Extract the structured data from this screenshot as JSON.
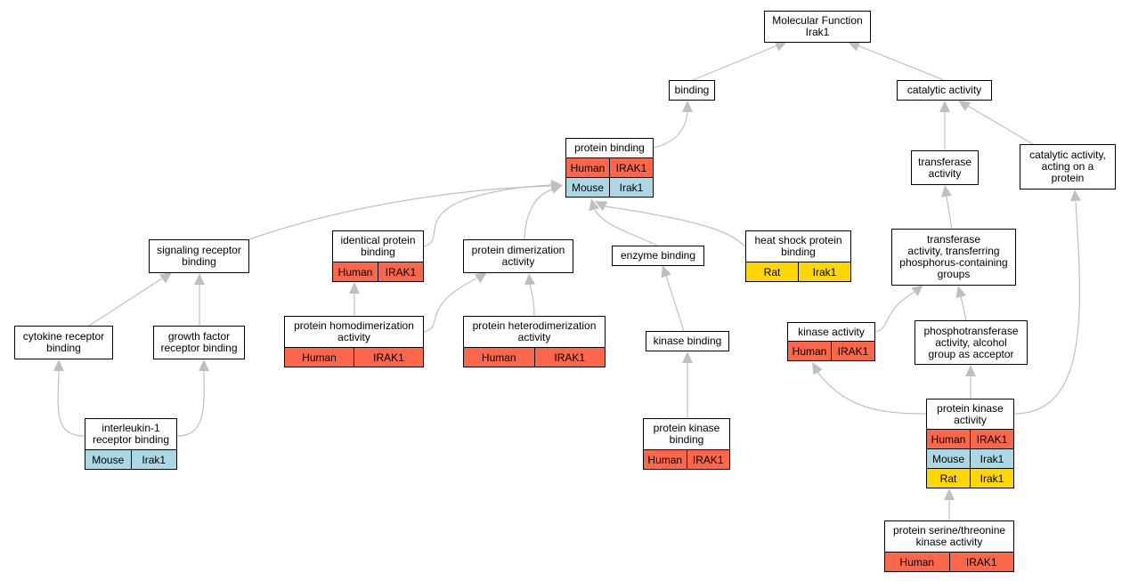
{
  "colors": {
    "human": "#fc6749",
    "mouse": "#acd8e6",
    "rat": "#ffd700",
    "edge": "#bfbfbf"
  },
  "nodes": {
    "molecular_function": {
      "lines": [
        "Molecular Function",
        "Irak1"
      ],
      "rows": []
    },
    "binding": {
      "lines": [
        "binding"
      ],
      "rows": []
    },
    "catalytic_activity": {
      "lines": [
        "catalytic activity"
      ],
      "rows": []
    },
    "protein_binding": {
      "lines": [
        "protein binding"
      ],
      "rows": [
        {
          "species": "Human",
          "gene": "IRAK1"
        },
        {
          "species": "Mouse",
          "gene": "Irak1"
        }
      ]
    },
    "transferase_activity": {
      "lines": [
        "transferase",
        "activity"
      ],
      "rows": []
    },
    "catalytic_activity_protein": {
      "lines": [
        "catalytic activity,",
        "acting on a",
        "protein"
      ],
      "rows": []
    },
    "signaling_receptor_binding": {
      "lines": [
        "signaling receptor",
        "binding"
      ],
      "rows": []
    },
    "identical_protein_binding": {
      "lines": [
        "identical protein",
        "binding"
      ],
      "rows": [
        {
          "species": "Human",
          "gene": "IRAK1"
        }
      ]
    },
    "protein_dimerization_activity": {
      "lines": [
        "protein dimerization",
        "activity"
      ],
      "rows": []
    },
    "enzyme_binding": {
      "lines": [
        "enzyme binding"
      ],
      "rows": []
    },
    "heat_shock_protein_binding": {
      "lines": [
        "heat shock protein",
        "binding"
      ],
      "rows": [
        {
          "species": "Rat",
          "gene": "Irak1"
        }
      ]
    },
    "transferase_phosphorus": {
      "lines": [
        "transferase",
        "activity, transferring",
        "phosphorus-containing",
        "groups"
      ],
      "rows": []
    },
    "cytokine_receptor_binding": {
      "lines": [
        "cytokine receptor",
        "binding"
      ],
      "rows": []
    },
    "growth_factor_receptor_binding": {
      "lines": [
        "growth factor",
        "receptor binding"
      ],
      "rows": []
    },
    "protein_homodimerization_activity": {
      "lines": [
        "protein homodimerization",
        "activity"
      ],
      "rows": [
        {
          "species": "Human",
          "gene": "IRAK1"
        }
      ]
    },
    "protein_heterodimerization_activity": {
      "lines": [
        "protein heterodimerization",
        "activity"
      ],
      "rows": [
        {
          "species": "Human",
          "gene": "IRAK1"
        }
      ]
    },
    "kinase_binding": {
      "lines": [
        "kinase binding"
      ],
      "rows": []
    },
    "kinase_activity": {
      "lines": [
        "kinase activity"
      ],
      "rows": [
        {
          "species": "Human",
          "gene": "IRAK1"
        }
      ]
    },
    "phosphotransferase_alcohol": {
      "lines": [
        "phosphotransferase",
        "activity, alcohol",
        "group as acceptor"
      ],
      "rows": []
    },
    "interleukin_1_receptor_binding": {
      "lines": [
        "interleukin-1",
        "receptor binding"
      ],
      "rows": [
        {
          "species": "Mouse",
          "gene": "Irak1"
        }
      ]
    },
    "protein_kinase_binding": {
      "lines": [
        "protein kinase",
        "binding"
      ],
      "rows": [
        {
          "species": "Human",
          "gene": "IRAK1"
        }
      ]
    },
    "protein_kinase_activity": {
      "lines": [
        "protein kinase",
        "activity"
      ],
      "rows": [
        {
          "species": "Human",
          "gene": "IRAK1"
        },
        {
          "species": "Mouse",
          "gene": "Irak1"
        },
        {
          "species": "Rat",
          "gene": "Irak1"
        }
      ]
    },
    "protein_serine_threonine_kinase_activity": {
      "lines": [
        "protein serine/threonine",
        "kinase activity"
      ],
      "rows": [
        {
          "species": "Human",
          "gene": "IRAK1"
        }
      ]
    }
  }
}
